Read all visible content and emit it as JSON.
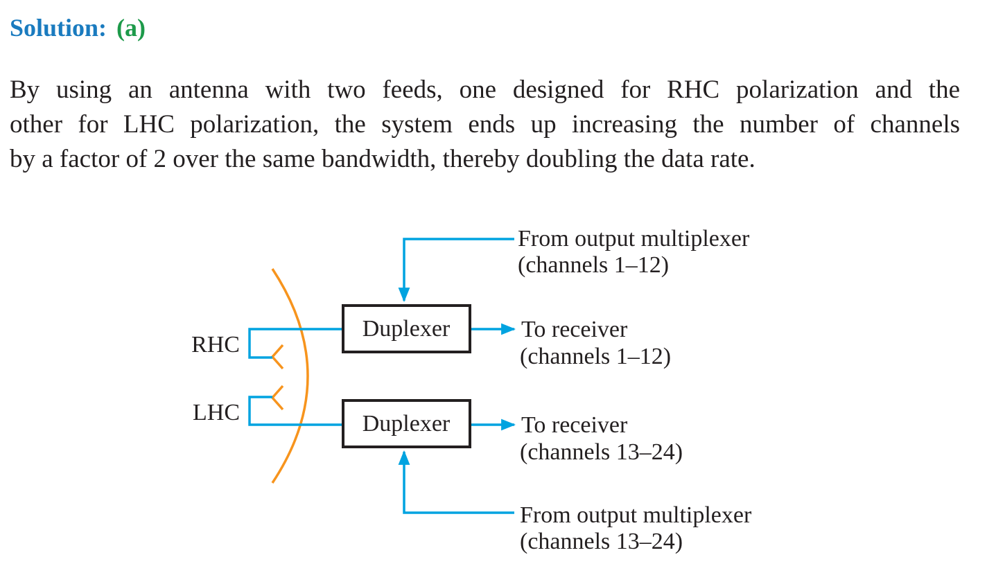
{
  "heading": {
    "solution_label": "Solution:",
    "part_label": "(a)"
  },
  "paragraph": {
    "lines": [
      "By using an antenna with two feeds, one designed for RHC polarization and the",
      "other for LHC polarization, the system ends up increasing the number of channels",
      "by a factor of 2 over the same bandwidth, thereby doubling the data rate."
    ]
  },
  "figure": {
    "feed_labels": {
      "rhc": "RHC",
      "lhc": "LHC"
    },
    "duplexer_top": "Duplexer",
    "duplexer_bottom": "Duplexer",
    "input_top": {
      "line1": "From output multiplexer",
      "line2": "(channels 1–12)"
    },
    "output_top": {
      "line1": "To receiver",
      "line2": "(channels 1–12)"
    },
    "output_bottom": {
      "line1": "To receiver",
      "line2": "(channels 13–24)"
    },
    "input_bottom": {
      "line1": "From output multiplexer",
      "line2": "(channels 13–24)"
    },
    "colors": {
      "signal_line": "#00a3e0",
      "reflector": "#f7941d",
      "box_border": "#231f20",
      "solution_label": "#1a7bbf",
      "part_label": "#1d9a4a"
    }
  }
}
